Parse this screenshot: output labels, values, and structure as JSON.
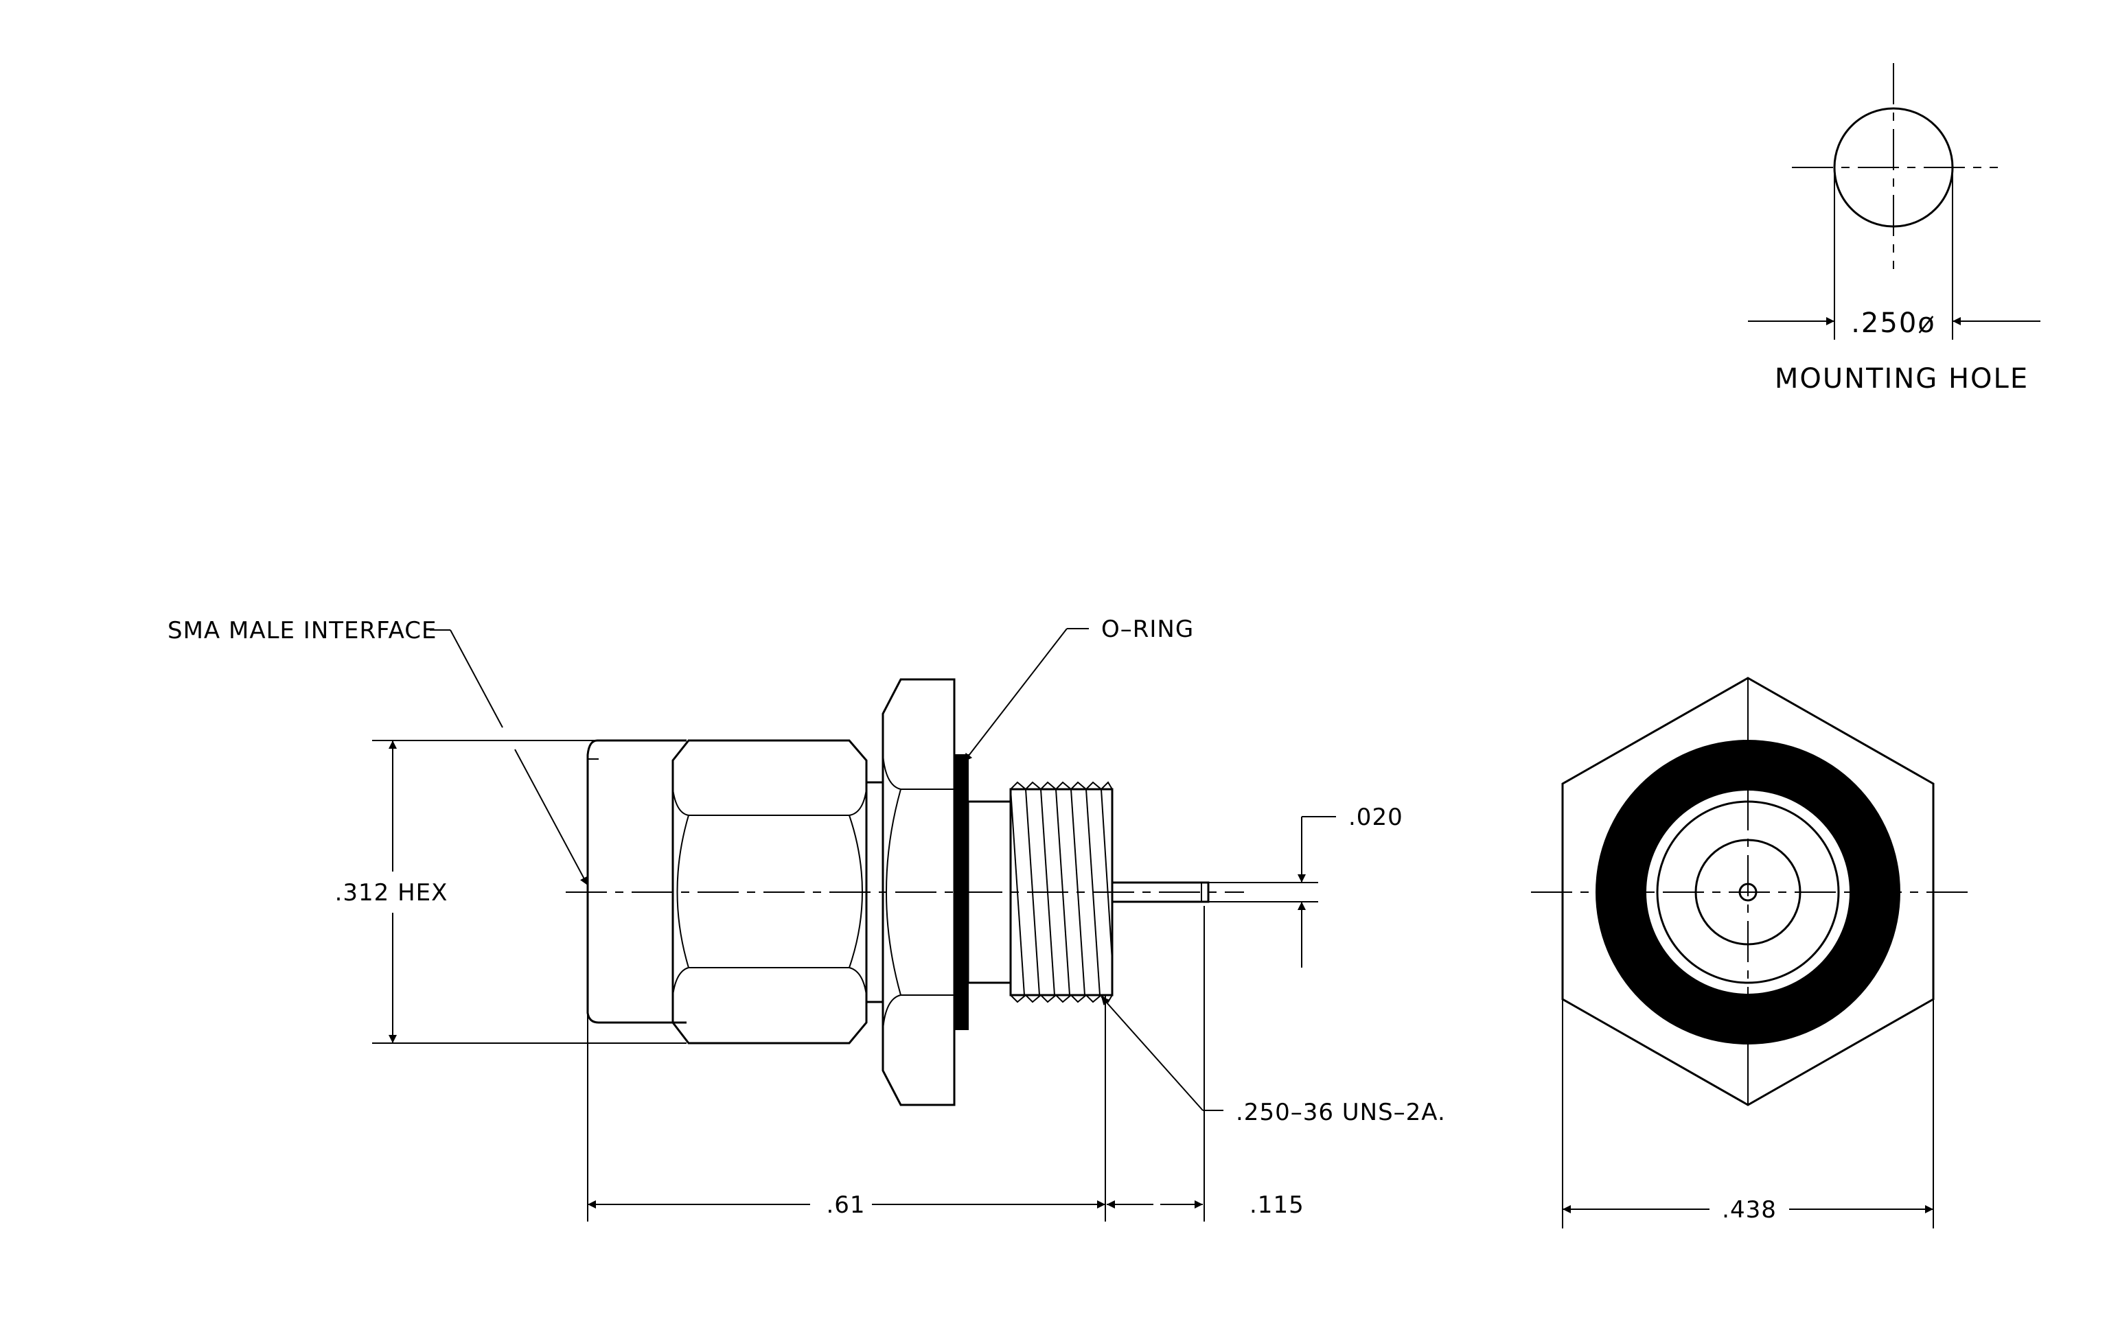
{
  "labels": {
    "mounting_hole_dia": ".250ø",
    "mounting_hole_title": "MOUNTING  HOLE",
    "sma_interface": "SMA  MALE  INTERFACE",
    "o_ring": "O–RING",
    "hex_flat": ".312  HEX",
    "pin_dia": ".020",
    "thread_spec": ".250–36  UNS–2A.",
    "length_overall": ".61",
    "pin_length": ".115",
    "hex_across": ".438"
  }
}
